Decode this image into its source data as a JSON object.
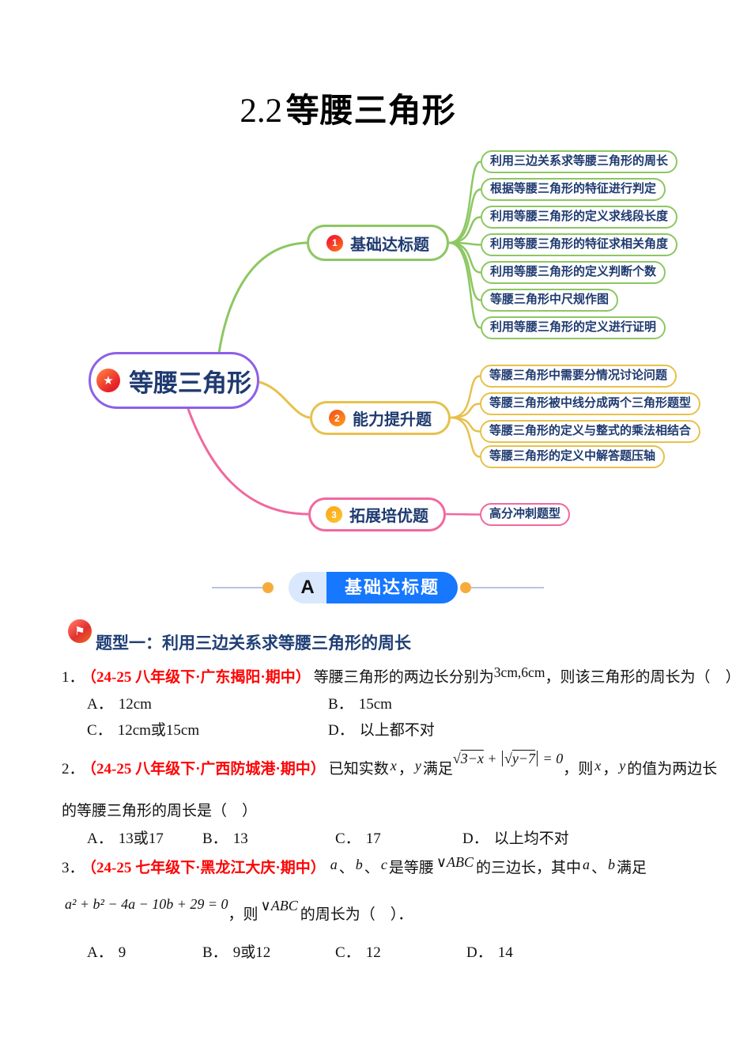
{
  "page": {
    "title_num": "2.2",
    "title_text": "等腰三角形"
  },
  "colors": {
    "green": "#8dc762",
    "yellow": "#e7c14d",
    "pink": "#f2679d",
    "purple": "#8d60e8",
    "navy": "#1e3a70",
    "blue": "#1677ff",
    "red_text": "#fe0404",
    "dot_orange": "#f6ac3d"
  },
  "mindmap": {
    "root_label": "等腰三角形",
    "branches": [
      {
        "num": "1",
        "label": "基础达标题",
        "children": [
          "利用三边关系求等腰三角形的周长",
          "根据等腰三角形的特征进行判定",
          "利用等腰三角形的定义求线段长度",
          "利用等腰三角形的特征求相关角度",
          "利用等腰三角形的定义判断个数",
          "等腰三角形中尺规作图",
          "利用等腰三角形的定义进行证明"
        ]
      },
      {
        "num": "2",
        "label": "能力提升题",
        "children": [
          "等腰三角形中需要分情况讨论问题",
          "等腰三角形被中线分成两个三角形题型",
          "等腰三角形的定义与整式的乘法相结合",
          "等腰三角形的定义中解答题压轴"
        ]
      },
      {
        "num": "3",
        "label": "拓展培优题",
        "children": [
          "高分冲刺题型"
        ]
      }
    ]
  },
  "section_a": {
    "letter": "A",
    "title": "基础达标题"
  },
  "topic1": {
    "title": "题型一：利用三边关系求等腰三角形的周长"
  },
  "p1": {
    "num": "1．",
    "source": "（24-25 八年级下·广东揭阳·期中）",
    "t1": "等腰三角形的两边长分别为",
    "m1": "3cm,6cm",
    "t2": "，则该三角形的周长为（　）",
    "opts": [
      {
        "k": "A．",
        "v": "12cm"
      },
      {
        "k": "B．",
        "v": "15cm"
      },
      {
        "k": "C．",
        "v": "12cm或15cm"
      },
      {
        "k": "D．",
        "v": "以上都不对"
      }
    ]
  },
  "p2": {
    "num": "2．",
    "source": "（24-25 八年级下·广西防城港·期中）",
    "t1": "已知实数",
    "v1": "x",
    "c1": "，",
    "v2": "y",
    "t2": "满足",
    "sqrt1": "3−x",
    "plus": "+",
    "sqrt2": "y−7",
    "eq": "= 0",
    "t3": "，则",
    "v3": "x",
    "c2": "，",
    "v4": "y",
    "t4": "的值为两边长",
    "line2": "的等腰三角形的周长是（　）",
    "opts": [
      {
        "k": "A．",
        "v": "13或17"
      },
      {
        "k": "B．",
        "v": "13"
      },
      {
        "k": "C．",
        "v": "17"
      },
      {
        "k": "D．",
        "v": "以上均不对"
      }
    ]
  },
  "p3": {
    "num": "3．",
    "source": "（24-25 七年级下·黑龙江大庆·期中）",
    "v1": "a",
    "d1": "、",
    "v2": "b",
    "d2": "、",
    "v3": "c",
    "t1": "是等腰",
    "tri1": "∨ABC",
    "t2": "的三边长，其中",
    "v4": "a",
    "d3": "、",
    "v5": "b",
    "t3": "满足",
    "formula": "a² + b² − 4a − 10b + 29 = 0",
    "t4": "，则",
    "tri2": "∨ABC",
    "t5": "的周长为（　）．",
    "opts": [
      {
        "k": "A．",
        "v": "9"
      },
      {
        "k": "B．",
        "v": "9或12"
      },
      {
        "k": "C．",
        "v": "12"
      },
      {
        "k": "D．",
        "v": "14"
      }
    ]
  }
}
